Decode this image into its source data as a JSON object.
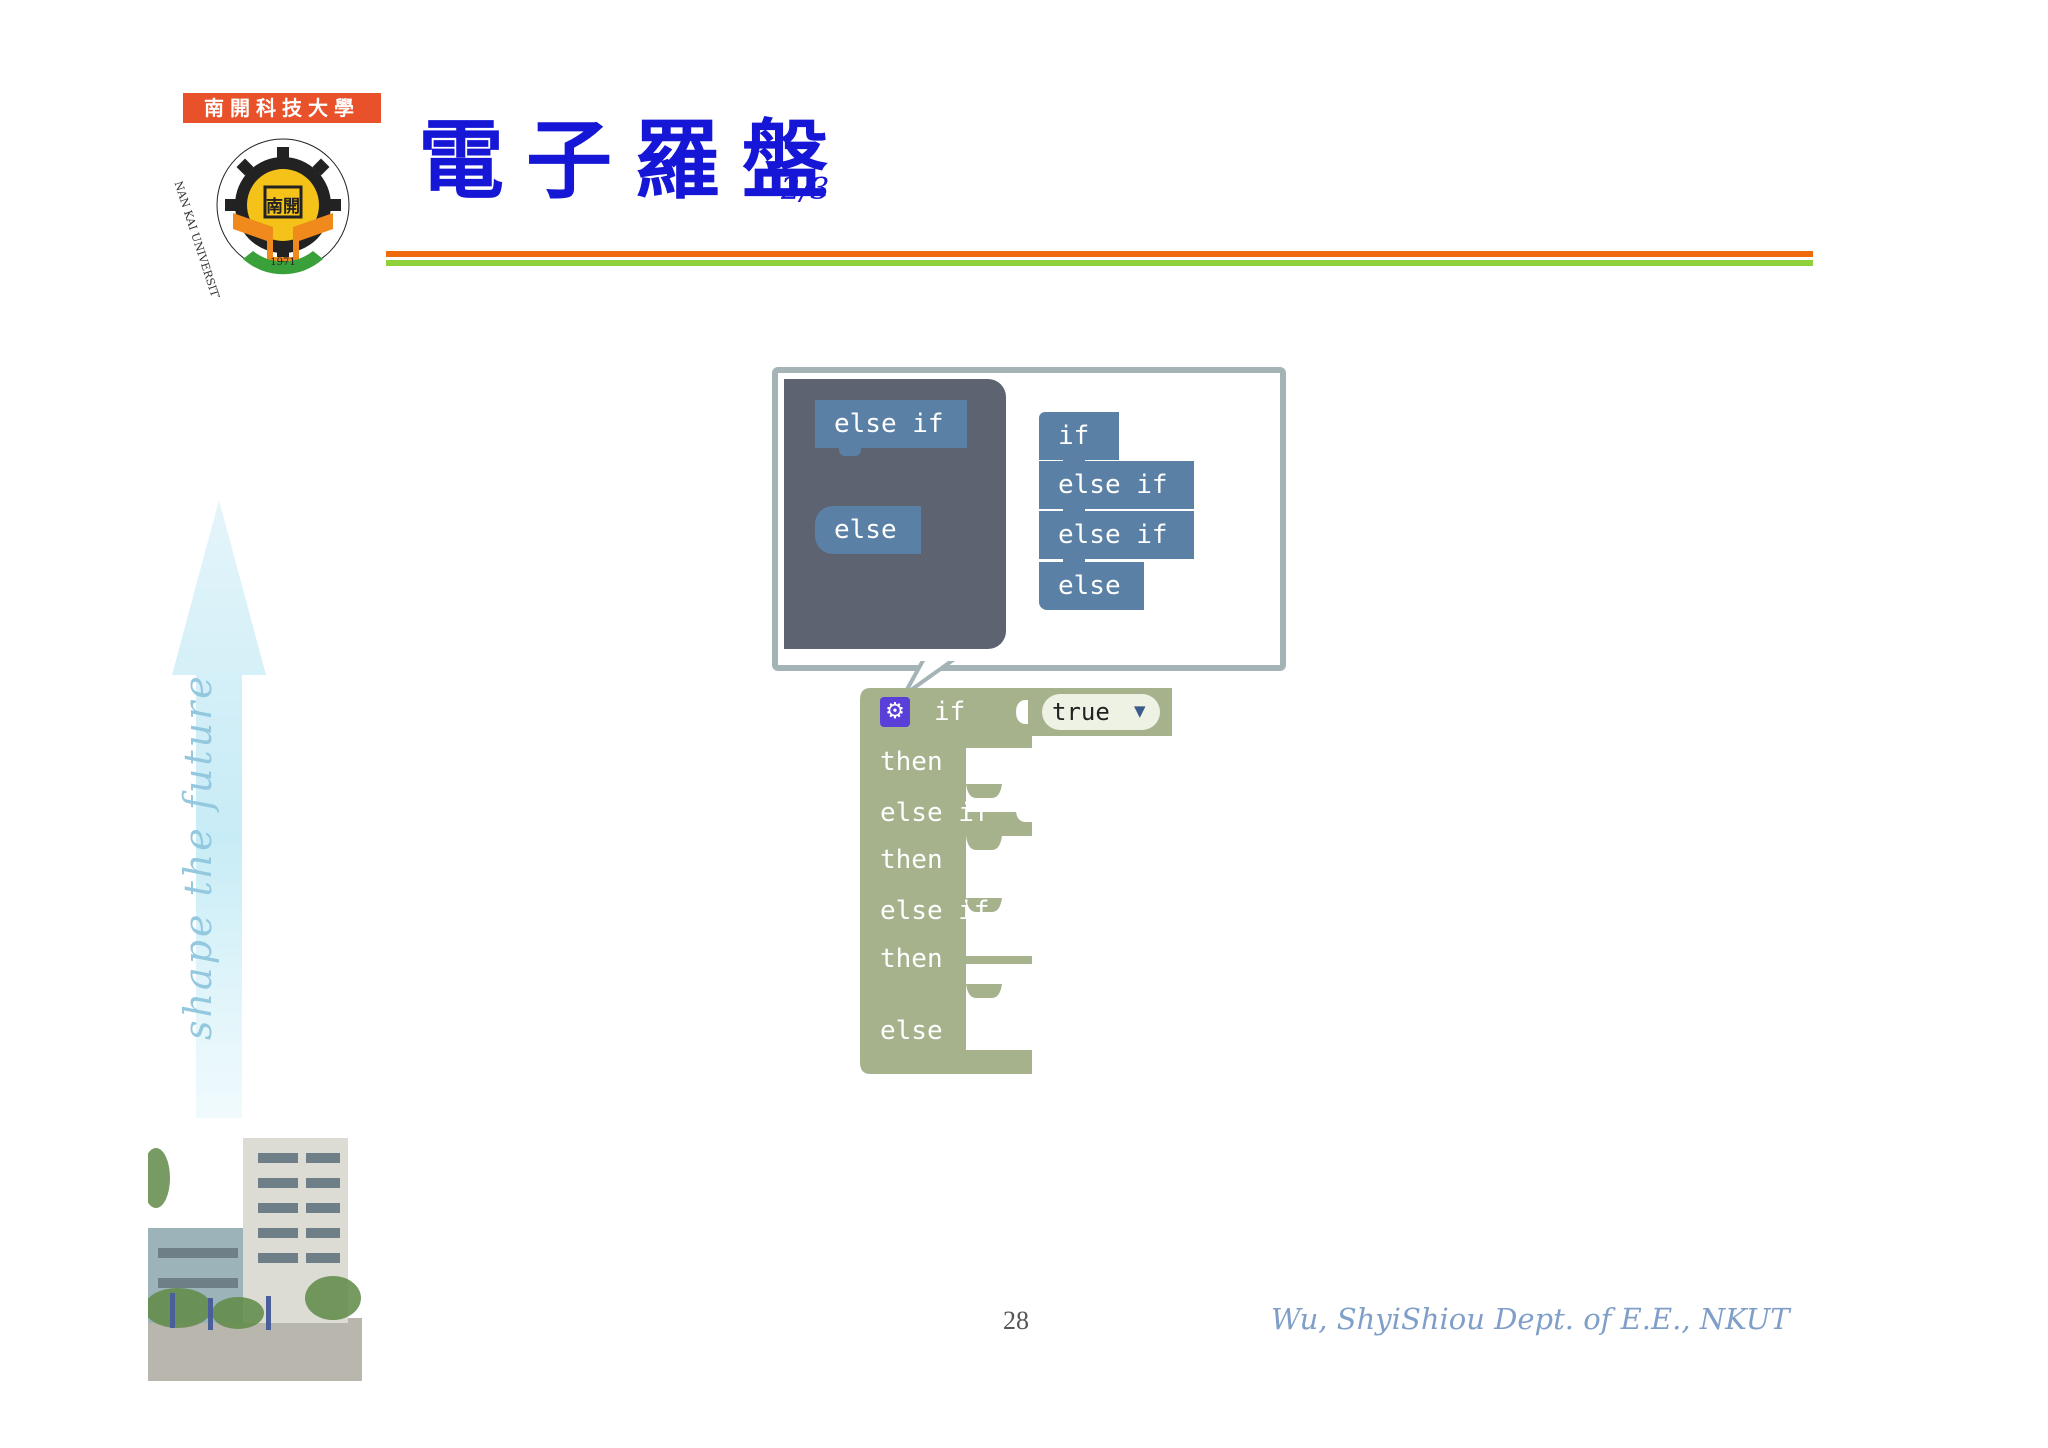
{
  "header": {
    "title": "電子羅盤",
    "fraction": "2/3",
    "logo": {
      "name_zh": "南開科技大學",
      "emblem_text": "南開",
      "ring_text": "NAN KAI UNIVERSITY OF TECHNOLOGY",
      "year": "1971"
    }
  },
  "sidebar": {
    "tagline": "shape the future"
  },
  "mutator": {
    "flyout": {
      "else_if": "else if",
      "else": "else"
    },
    "stack": {
      "if": "if",
      "else_if_1": "else if",
      "else_if_2": "else if",
      "else": "else"
    }
  },
  "if_block": {
    "if": "if",
    "then_1": "then",
    "else_if_1": "else if",
    "then_2": "then",
    "else_if_2": "else if",
    "then_3": "then",
    "else": "else",
    "condition": "true",
    "gear_icon": "gear-icon"
  },
  "footer": {
    "page_number": "28",
    "credit": "Wu, ShyiShiou  Dept. of E.E., NKUT"
  },
  "colors": {
    "title": "#1616d6",
    "rule_orange": "#ee6a0c",
    "rule_green": "#8ed13a",
    "if_block": "#a5b28c",
    "mutator_block": "#5b80a5",
    "flyout": "#5d6370",
    "gear": "#5a3fd9"
  }
}
